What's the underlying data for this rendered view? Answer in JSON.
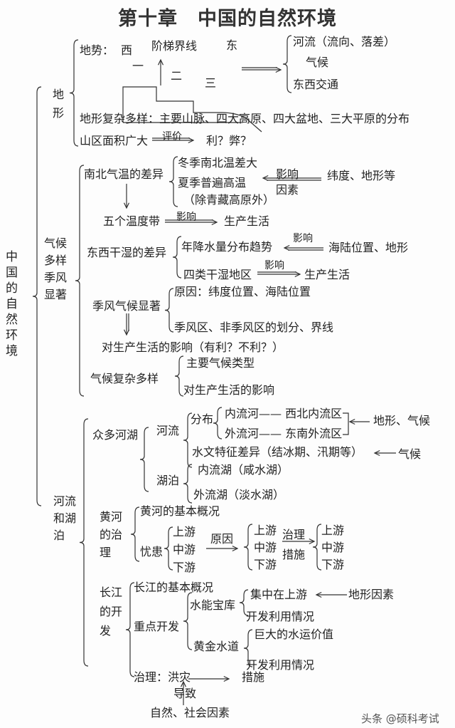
{
  "title": "第十章　中国的自然环境",
  "root": "中国的自然环境",
  "terrain": {
    "label": "地形",
    "slope": {
      "label": "地势：",
      "west": "西",
      "boundary": "阶梯界线",
      "east": "东",
      "step1": "一",
      "step2": "二",
      "step3": "三",
      "effects": [
        "河流（流向、落差）",
        "气候",
        "东西交通"
      ]
    },
    "complex": "地形复杂多样：主要山脉、四大高原、四大盆地、三大平原的分布",
    "mountain": {
      "label": "山区面积广大",
      "arrow": "评价",
      "result": "利？弊？"
    }
  },
  "climate": {
    "label": "气候多样季风显著",
    "ns": {
      "label": "南北气温的差异",
      "items": [
        "冬季南北温差大",
        "夏季普遍高温",
        "（除青藏高原外）"
      ],
      "arrow_top": "影响",
      "arrow_bottom": "因素",
      "factors": "纬度、地形等"
    },
    "zones": {
      "label": "五个温度带",
      "arrow": "影响",
      "result": "生产生活"
    },
    "ew": {
      "label": "东西干湿的差异",
      "trend": "年降水量分布趋势",
      "trend_arrow": "影响",
      "trend_factors": "海陆位置、地形",
      "regions": "四类干湿地区",
      "regions_arrow": "影响",
      "regions_result": "生产生活"
    },
    "monsoon": {
      "label": "季风气候显著",
      "reason": "原因：纬度位置、海陆位置",
      "division": "季风区、非季风区的划分、界线",
      "impact": "对生产生活的影响（有利？不利？）"
    },
    "diverse": {
      "label": "气候复杂多样",
      "items": [
        "主要气候类型",
        "对生产生活的影响"
      ]
    }
  },
  "rivers": {
    "label": "河流和湖泊",
    "many": {
      "label": "众多河湖",
      "river": "河流",
      "dist": "分布",
      "inland": "内流河—— 西北内流区",
      "outflow": "外流河—— 东南外流区",
      "dist_factors": "地形、气候",
      "hydro": "水文特征差异（结冰期、汛期等）",
      "hydro_factor": "气候",
      "lake": "湖泊",
      "lakes": [
        "内流湖（咸水湖）",
        "外流湖（淡水湖）"
      ]
    },
    "yellow": {
      "label": "黄河的治理",
      "overview": "黄河的基本概况",
      "problems": "忧患",
      "reaches": [
        "上游",
        "中游",
        "下游"
      ],
      "cause": "原因",
      "govern_top": "治理",
      "govern_bottom": "措施"
    },
    "yangtze": {
      "label": "长江的开发",
      "overview": "长江的基本概况",
      "key": "重点开发",
      "hydro": "水能宝库",
      "upper": "集中在上游",
      "upper_factor": "地形因素",
      "use1": "开发利用情况",
      "golden": "黄金水道",
      "shipping": "巨大的水运价值",
      "use2": "开发利用情况",
      "govern": "治理：洪灾",
      "measures": "措施",
      "lead": "导致",
      "factors": "自然、社会因素"
    }
  },
  "watermark": "头条 @硕科考试"
}
